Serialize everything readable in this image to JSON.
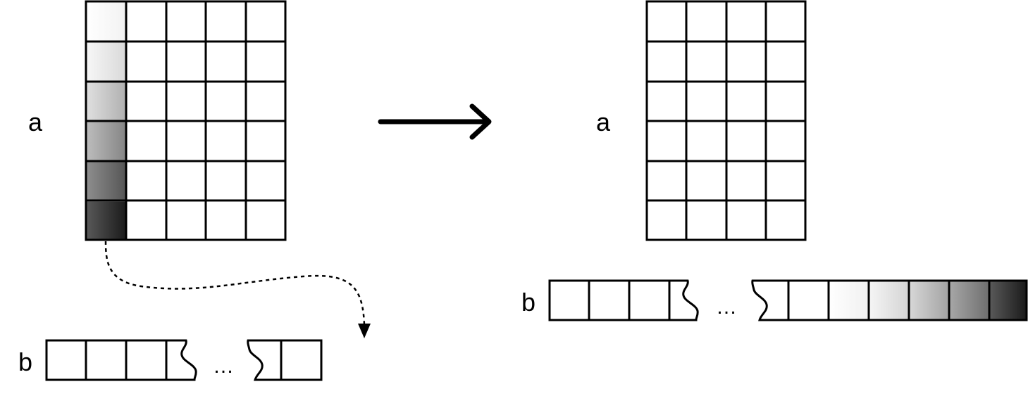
{
  "left": {
    "matrix": {
      "label": "a",
      "rows": 6,
      "cols": 5,
      "highlighted_column": 0,
      "highlight_gradient": [
        "#ffffff",
        "#eeeeee",
        "#cccccc",
        "#999999",
        "#666666",
        "#333333"
      ]
    },
    "buffer": {
      "label": "b",
      "visible_cells_before_gap": 4,
      "visible_cells_after_gap": 2,
      "ellipsis": "…"
    }
  },
  "right": {
    "matrix": {
      "label": "a",
      "rows": 6,
      "cols": 4
    },
    "buffer": {
      "label": "b",
      "visible_cells_before_gap": 4,
      "visible_cells_after_gap": 7,
      "ellipsis": "…",
      "appended_gradient": [
        "#ffffff",
        "#eeeeee",
        "#cccccc",
        "#999999",
        "#666666",
        "#333333"
      ]
    }
  },
  "colors": {
    "stroke": "#000000",
    "background": "#ffffff"
  }
}
